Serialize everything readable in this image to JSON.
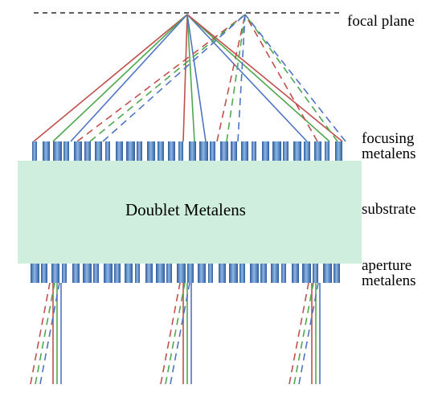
{
  "labels": {
    "focal_plane": "focal plane",
    "focusing_line1": "focusing",
    "focusing_line2": "metalens",
    "substrate": "substrate",
    "aperture_line1": "aperture",
    "aperture_line2": "metalens",
    "center_title": "Doublet Metalens"
  },
  "colors": {
    "red": "#c0504d",
    "green": "#4fa84f",
    "blue": "#4f74c4",
    "substrate": "#cfeedd",
    "pillar": "#5d8cc7"
  }
}
